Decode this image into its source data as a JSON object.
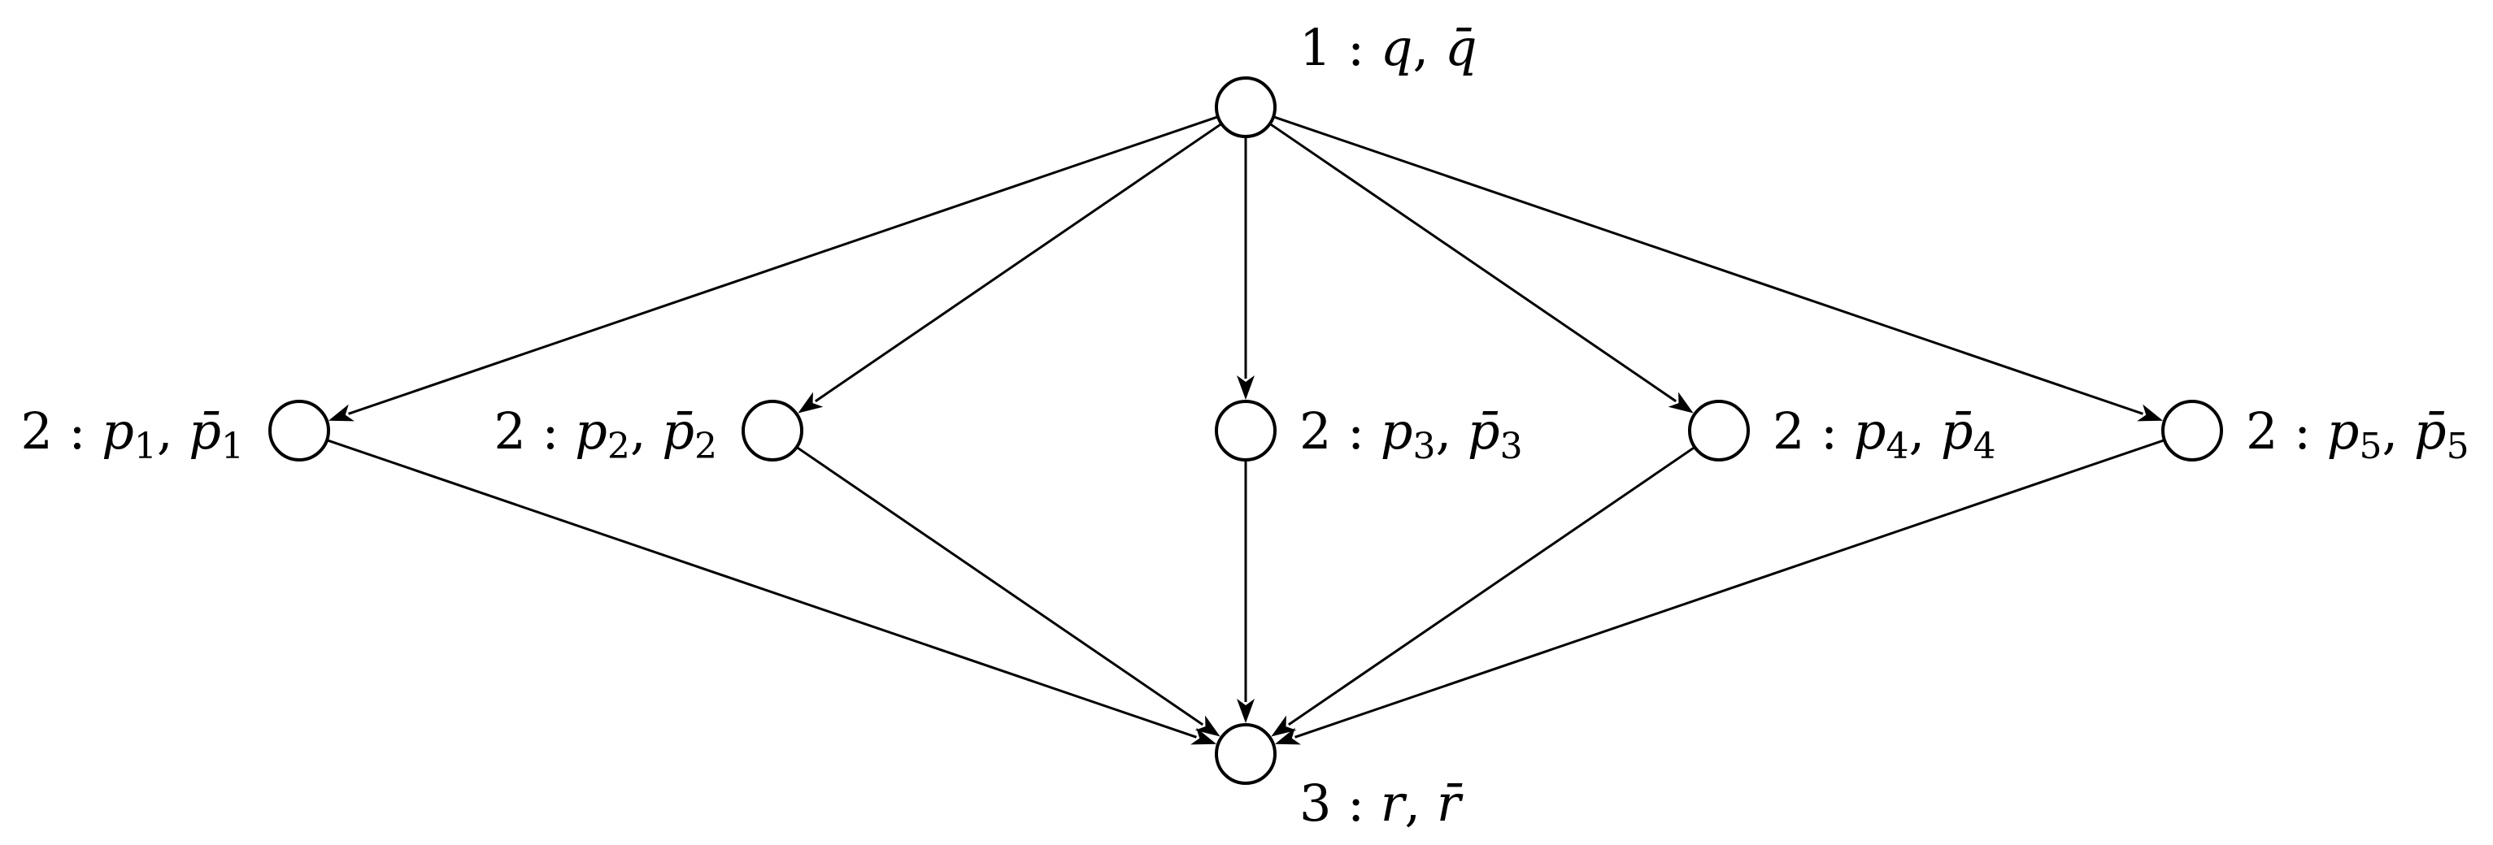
{
  "diagram": {
    "type": "directed-graph",
    "nodes": [
      {
        "id": "top",
        "level": "1",
        "vars": [
          "q",
          "q̄"
        ],
        "subscript": ""
      },
      {
        "id": "mid1",
        "level": "2",
        "vars": [
          "p",
          "p̄"
        ],
        "subscript": "1"
      },
      {
        "id": "mid2",
        "level": "2",
        "vars": [
          "p",
          "p̄"
        ],
        "subscript": "2"
      },
      {
        "id": "mid3",
        "level": "2",
        "vars": [
          "p",
          "p̄"
        ],
        "subscript": "3"
      },
      {
        "id": "mid4",
        "level": "2",
        "vars": [
          "p",
          "p̄"
        ],
        "subscript": "4"
      },
      {
        "id": "mid5",
        "level": "2",
        "vars": [
          "p",
          "p̄"
        ],
        "subscript": "5"
      },
      {
        "id": "bottom",
        "level": "3",
        "vars": [
          "r",
          "r̄"
        ],
        "subscript": ""
      }
    ],
    "edges": [
      {
        "from": "top",
        "to": "mid1"
      },
      {
        "from": "top",
        "to": "mid2"
      },
      {
        "from": "top",
        "to": "mid3"
      },
      {
        "from": "top",
        "to": "mid4"
      },
      {
        "from": "top",
        "to": "mid5"
      },
      {
        "from": "mid1",
        "to": "bottom"
      },
      {
        "from": "mid2",
        "to": "bottom"
      },
      {
        "from": "mid3",
        "to": "bottom"
      },
      {
        "from": "mid4",
        "to": "bottom"
      },
      {
        "from": "mid5",
        "to": "bottom"
      }
    ],
    "colors": {
      "stroke": "#000000",
      "node_fill": "#ffffff",
      "background": "#ffffff"
    }
  }
}
